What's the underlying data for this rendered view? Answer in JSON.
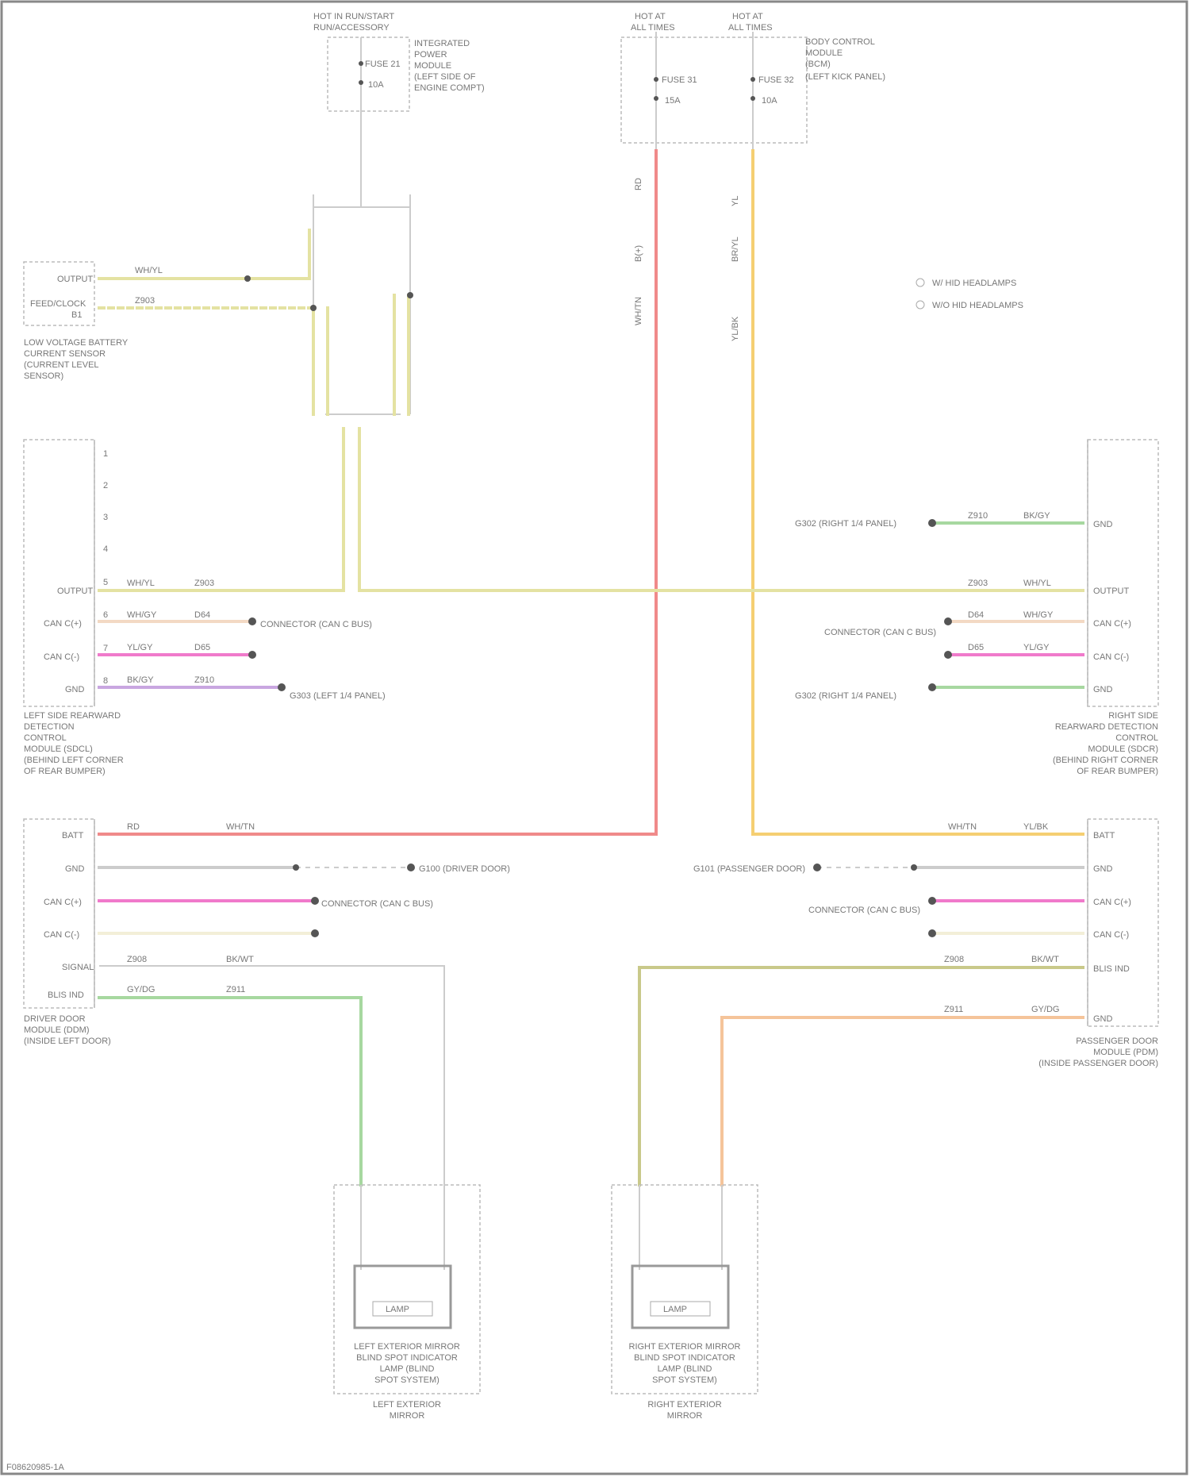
{
  "colors": {
    "red_wire": "#f08a8a",
    "yellow_wire": "#f5cf72",
    "yellow_green_wire": "#e4e2a2",
    "pink_wire": "#f07acb",
    "peach_wire": "#f3d9c4",
    "lavender_wire": "#c9a6e0",
    "green_wire": "#a7d8a0",
    "olive_wire": "#c9c98a",
    "orange_wire": "#f5c49a",
    "gray_wire": "#cccccc"
  },
  "components": {
    "fuse_left": {
      "title_1": "HOT IN RUN/START",
      "title_2": "RUN/ACCESSORY",
      "fuse": "FUSE 21",
      "amp": "10A",
      "desc_1": "INTEGRATED",
      "desc_2": "POWER",
      "desc_3": "MODULE",
      "desc_4": "(LEFT SIDE OF",
      "desc_5": "ENGINE COMPT)"
    },
    "fuse_center": {
      "hot_1a": "HOT AT",
      "hot_1b": "ALL TIMES",
      "hot_2a": "HOT AT",
      "hot_2b": "ALL TIMES",
      "fuse_1": "FUSE 31",
      "amp_1": "15A",
      "fuse_2": "FUSE 32",
      "amp_2": "10A",
      "desc_1": "BODY CONTROL",
      "desc_2": "MODULE",
      "desc_3": "(BCM)",
      "desc_4": "(LEFT KICK PANEL)"
    },
    "switch": {
      "pin_1": "OUTPUT",
      "pin_2": "FEED/CLOCK",
      "pin_3": "B1",
      "desc_1": "LOW VOLTAGE BATTERY",
      "desc_2": "CURRENT SENSOR",
      "desc_3": "(CURRENT LEVEL",
      "desc_4": "SENSOR)"
    },
    "left_module": {
      "pins": [
        "1",
        "2",
        "3",
        "4",
        "5",
        "6",
        "7",
        "8"
      ],
      "pin_names": [
        "OUTPUT",
        "CAN C(+)",
        "CAN C(-)",
        "GND"
      ],
      "desc_1": "LEFT SIDE REARWARD",
      "desc_2": "DETECTION",
      "desc_3": "CONTROL",
      "desc_4": "MODULE (SDCL)",
      "desc_5": "(BEHIND LEFT CORNER",
      "desc_6": "OF REAR BUMPER)"
    },
    "right_module": {
      "pin_names": [
        "GND",
        "OUTPUT",
        "CAN C(+)",
        "CAN C(-)",
        "GND"
      ],
      "desc_1": "RIGHT SIDE",
      "desc_2": "REARWARD DETECTION",
      "desc_3": "CONTROL",
      "desc_4": "MODULE (SDCR)",
      "desc_5": "(BEHIND RIGHT CORNER",
      "desc_6": "OF REAR BUMPER)"
    },
    "driver_door": {
      "pin_names": [
        "BATT",
        "GND",
        "CAN C(+)",
        "CAN C(-)",
        "SIGNAL",
        "BLIS IND"
      ],
      "desc_1": "DRIVER DOOR",
      "desc_2": "MODULE (DDM)",
      "desc_3": "(INSIDE LEFT DOOR)"
    },
    "passenger_door": {
      "pin_names": [
        "BATT",
        "GND",
        "CAN C(+)",
        "CAN C(-)",
        "BLIS IND",
        "GND"
      ],
      "desc_1": "PASSENGER DOOR",
      "desc_2": "MODULE (PDM)",
      "desc_3": "(INSIDE PASSENGER DOOR)"
    },
    "left_mirror": {
      "lamp": "LAMP",
      "desc_1": "LEFT EXTERIOR MIRROR",
      "desc_2": "BLIND SPOT INDICATOR",
      "desc_3": "LAMP (BLIND",
      "desc_4": "SPOT SYSTEM)",
      "caption_1": "LEFT EXTERIOR",
      "caption_2": "MIRROR"
    },
    "right_mirror": {
      "lamp": "LAMP",
      "desc_1": "RIGHT EXTERIOR MIRROR",
      "desc_2": "BLIND SPOT INDICATOR",
      "desc_3": "LAMP (BLIND",
      "desc_4": "SPOT SYSTEM)",
      "caption_1": "RIGHT EXTERIOR",
      "caption_2": "MIRROR"
    }
  },
  "wires": {
    "red_1": "RD",
    "red_2": "B(+)",
    "red_3": "WH/TN",
    "yel_1": "YL",
    "yel_2": "BR/YL",
    "yel_3": "YL/BK",
    "w_output_1": "WH/YL",
    "w_output_2": "Z903",
    "w_canp_1": "WH/GY",
    "w_canp_2": "D64",
    "w_canm_1": "YL/GY",
    "w_canm_2": "D65",
    "w_gnd_1": "BK/GY",
    "w_gnd_2": "Z910",
    "splice_can": "CONNECTOR (CAN C BUS)",
    "ground_left": "G303 (LEFT 1/4 PANEL)",
    "ground_right": "G302 (RIGHT 1/4 PANEL)",
    "ground_door": "G100 (DRIVER DOOR)",
    "ground_pass": "G101 (PASSENGER DOOR)",
    "blis_1": "BK/WT",
    "blis_2": "Z908",
    "blis_3": "GY/DG",
    "blis_4": "Z911"
  },
  "legend": {
    "item_1": "W/ HID HEADLAMPS",
    "item_2": "W/O HID HEADLAMPS"
  },
  "footer": {
    "code": "F08620985-1A"
  }
}
